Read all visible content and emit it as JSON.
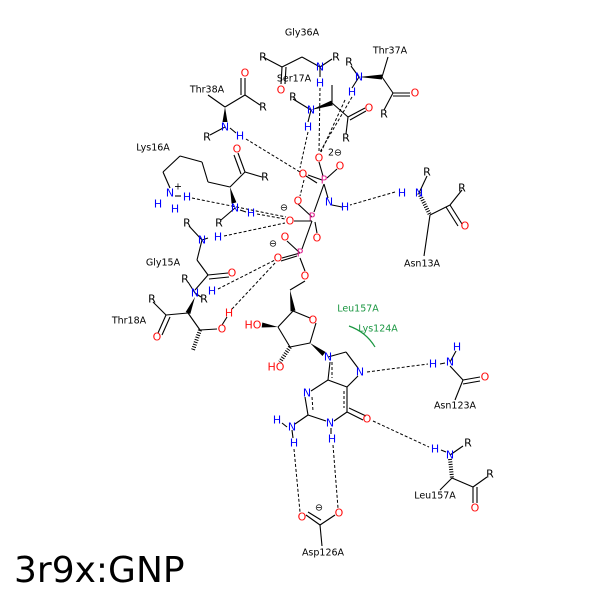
{
  "title": "3r9x:GNP",
  "symbols": {
    "O": "O",
    "N": "N",
    "H": "H",
    "P": "P",
    "R": "R",
    "HO": "HO",
    "N+": "N",
    "plus": "+",
    "minus": "⊖",
    "2minus": "2⊖"
  },
  "colors": {
    "O": "#ff0d0d",
    "N": "#0000ff",
    "H": "#0000ff",
    "P": "#e0208f",
    "R": "#000000",
    "hydrophobic": "#1a9641"
  },
  "residues": [
    {
      "id": "gly36",
      "label": "Gly36A"
    },
    {
      "id": "thr37",
      "label": "Thr37A"
    },
    {
      "id": "ser17",
      "label": "Ser17A"
    },
    {
      "id": "thr38",
      "label": "Thr38A"
    },
    {
      "id": "lys16",
      "label": "Lys16A"
    },
    {
      "id": "asn13",
      "label": "Asn13A"
    },
    {
      "id": "gly15",
      "label": "Gly15A"
    },
    {
      "id": "thr18",
      "label": "Thr18A"
    },
    {
      "id": "asn123",
      "label": "Asn123A"
    },
    {
      "id": "leu157",
      "label": "Leu157A"
    },
    {
      "id": "asp126",
      "label": "Asp126A"
    }
  ],
  "hydrophobic": [
    {
      "id": "leu157-hyd",
      "label": "Leu157A"
    },
    {
      "id": "lys124-hyd",
      "label": "Lys124A"
    }
  ]
}
